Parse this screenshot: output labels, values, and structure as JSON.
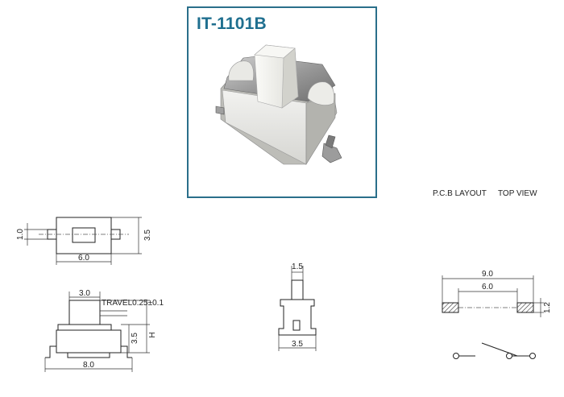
{
  "product": {
    "model": "IT-1101B"
  },
  "headers": {
    "pcb_layout": "P.C.B LAYOUT",
    "top_view": "TOP VIEW"
  },
  "dimensions": {
    "top_view": {
      "height_1_0": "1.0",
      "height_3_5": "3.5",
      "width_6_0": "6.0"
    },
    "side_view": {
      "plunger_3_0": "3.0",
      "travel": "TRAVEL0.25±0.1",
      "height_3_5": "3.5",
      "h": "H",
      "width_8_0": "8.0"
    },
    "end_view": {
      "plunger_1_5": "1.5",
      "width_3_5": "3.5"
    },
    "pcb": {
      "outer_9_0": "9.0",
      "inner_6_0": "6.0",
      "pad_1_2": "1.2"
    }
  },
  "colors": {
    "frame": "#2a6f8a",
    "title": "#1f6f8f",
    "pad_hatch": "#333333"
  }
}
